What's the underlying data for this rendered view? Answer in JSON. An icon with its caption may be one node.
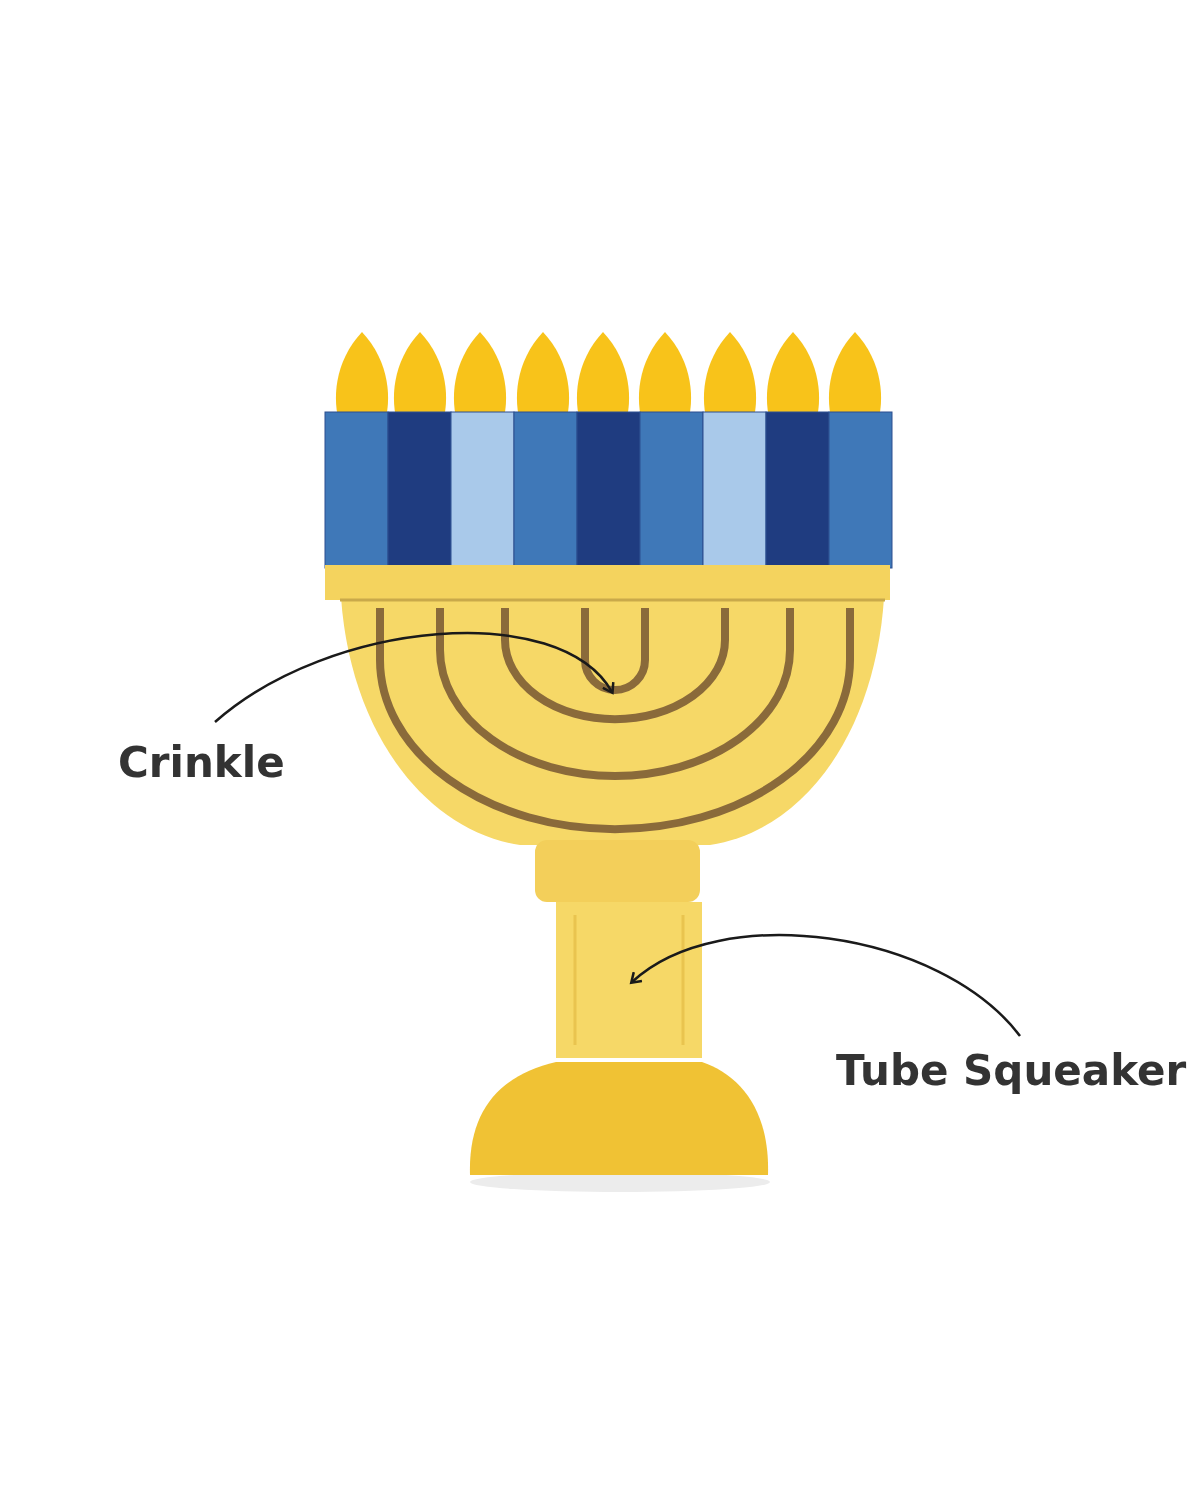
{
  "diagram": {
    "nodes": [
      {
        "text": [
          "Crinkle"
        ]
      },
      {
        "text": [],
        "shape": "picture"
      },
      {
        "text": [
          "Tube Squeaker"
        ]
      },
      {
        "text": [],
        "shape": "picture"
      }
    ],
    "edges": [
      {
        "from": 0,
        "to": 1,
        "arrow": "to"
      },
      {
        "from": 2,
        "to": 3,
        "arrow": "to"
      }
    ]
  }
}
